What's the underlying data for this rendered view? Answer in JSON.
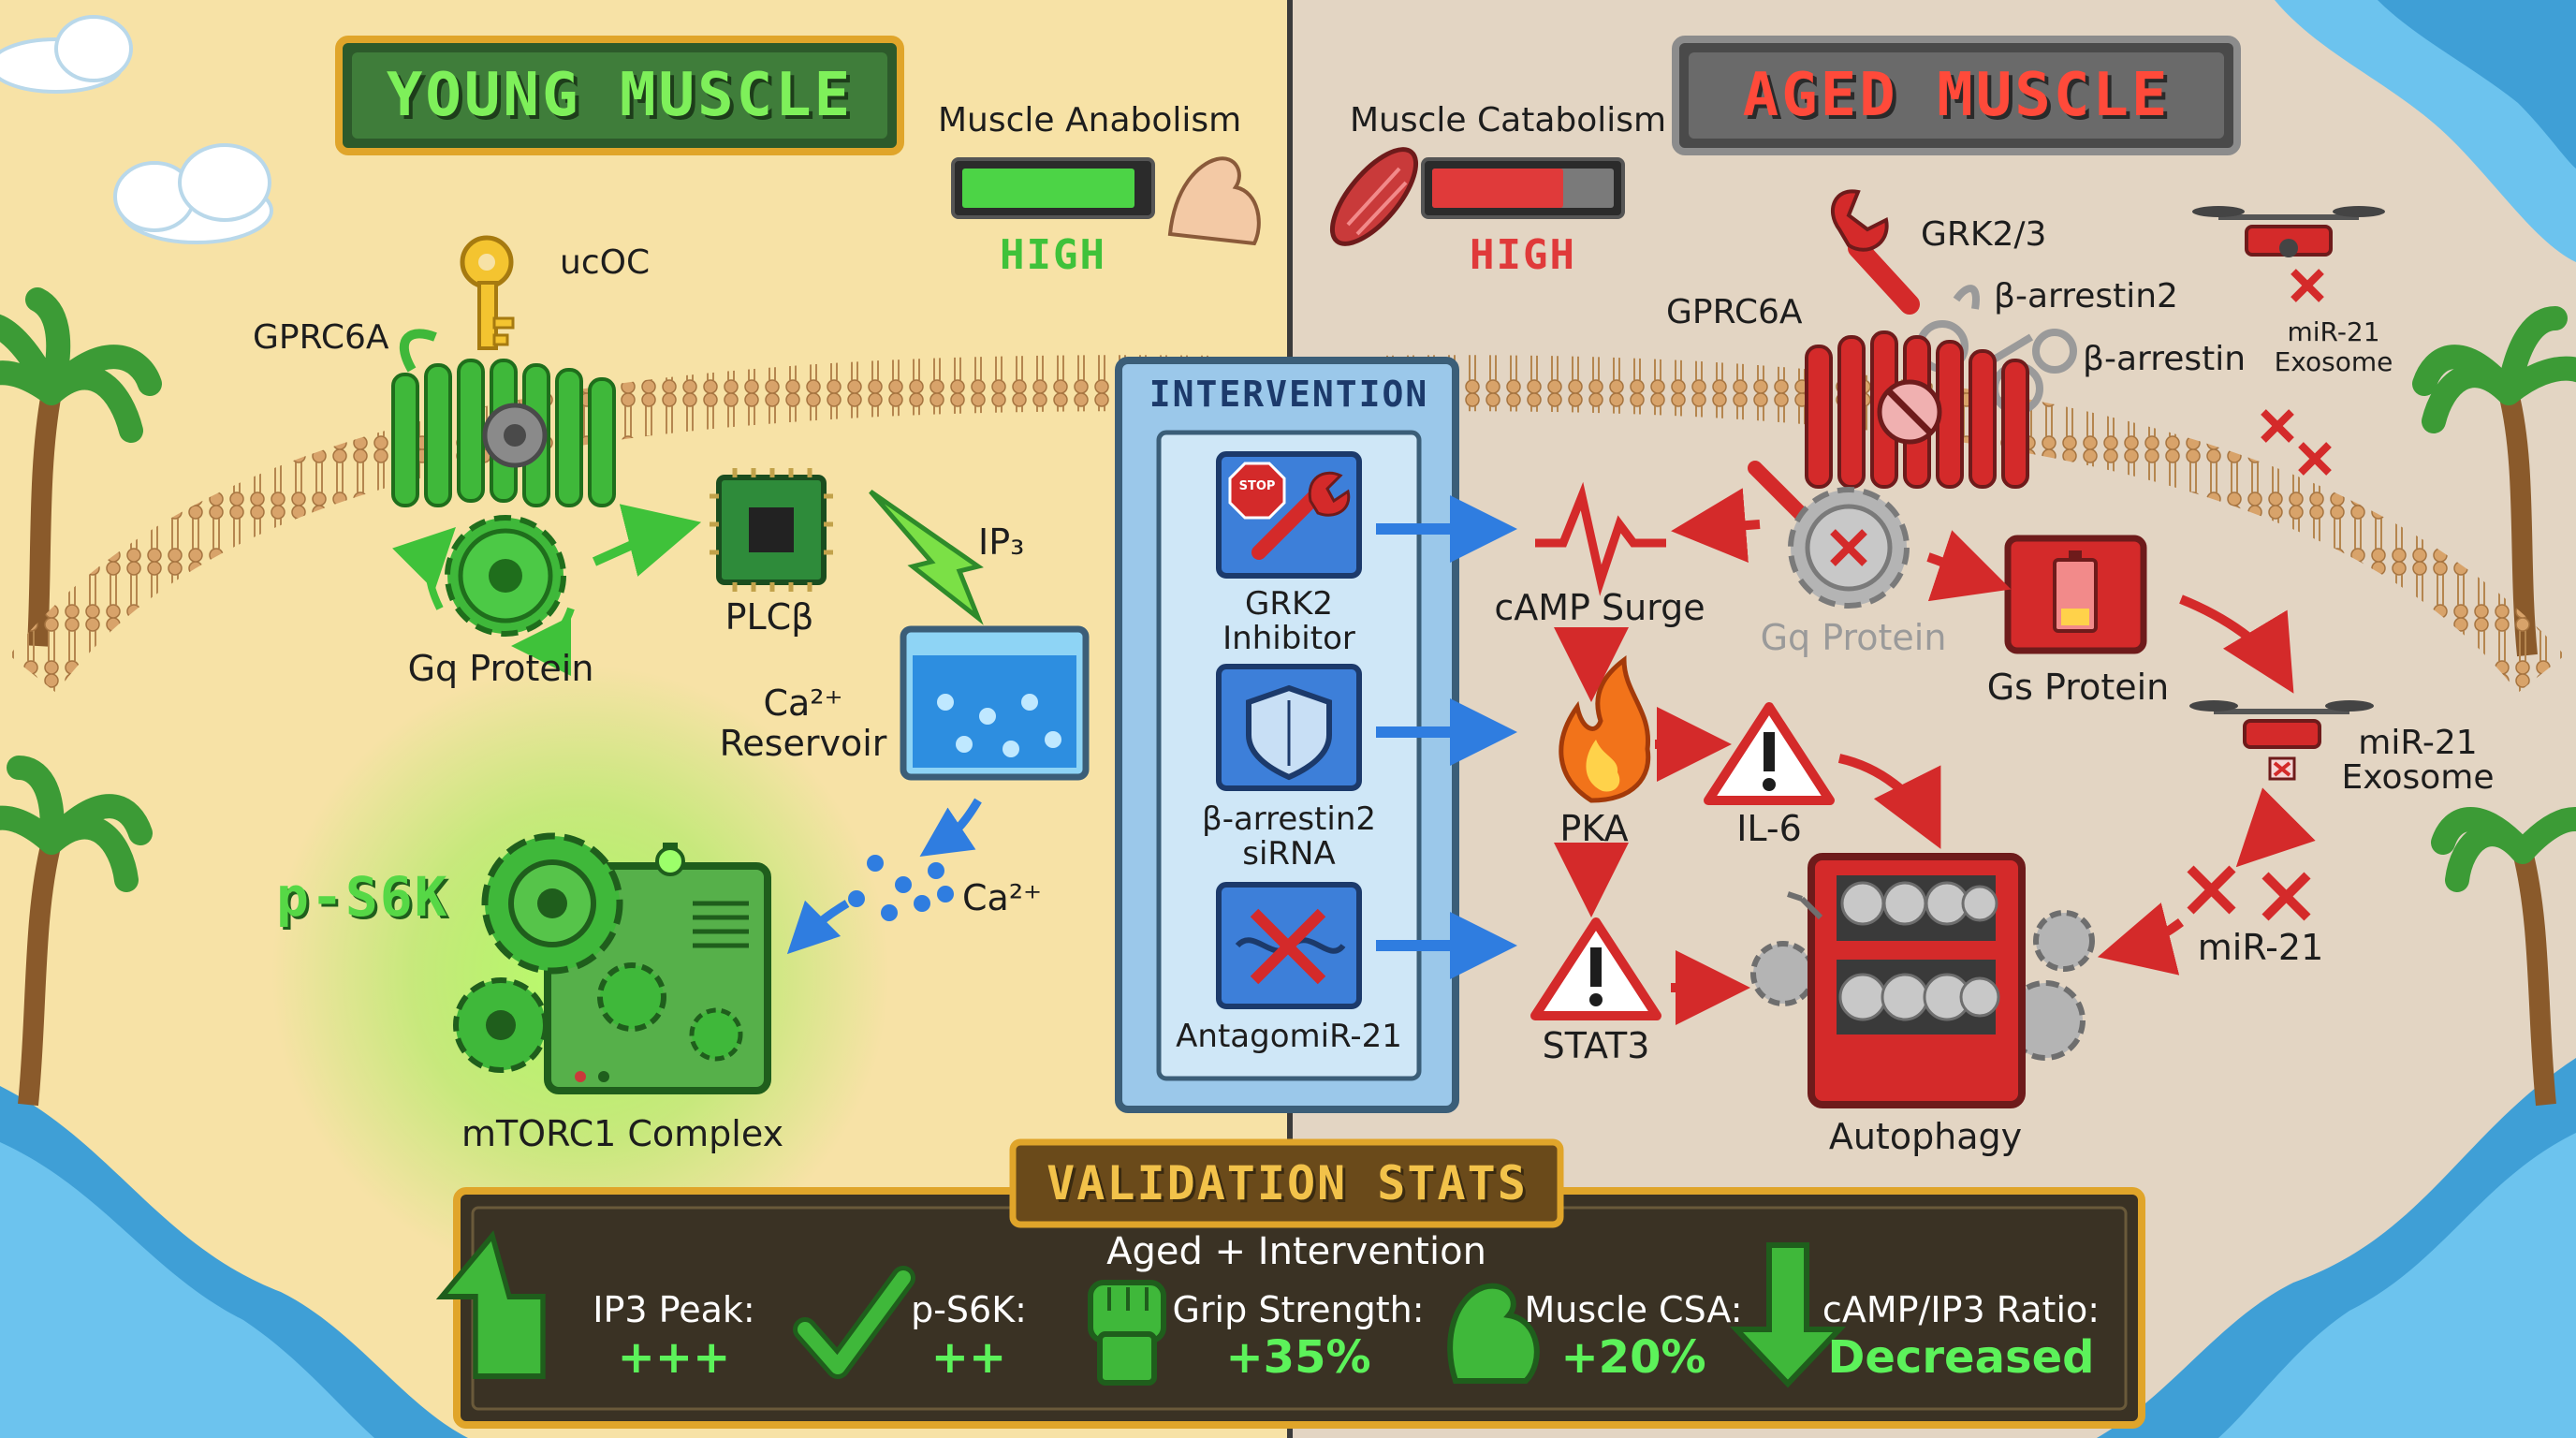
{
  "young": {
    "title": "YOUNG MUSCLE",
    "meter_label": "Muscle Anabolism",
    "meter_value": "HIGH",
    "meter_fill": 0.95,
    "receptor": "GPRC6A",
    "ligand": "ucOC",
    "gq": "Gq Protein",
    "plc": "PLCβ",
    "ip3": "IP₃",
    "reservoir_line1": "Ca²⁺",
    "reservoir_line2": "Reservoir",
    "calcium": "Ca²⁺",
    "ps6k": "p-S6K",
    "mtorc": "mTORC1 Complex"
  },
  "aged": {
    "title": "AGED MUSCLE",
    "meter_label": "Muscle Catabolism",
    "meter_value": "HIGH",
    "meter_fill": 0.72,
    "receptor": "GPRC6A",
    "grk": "GRK2/3",
    "barr2": "β-arrestin2",
    "barr": "β-arrestin",
    "exosome_top_line1": "miR-21",
    "exosome_top_line2": "Exosome",
    "camp": "cAMP Surge",
    "gq": "Gq Protein",
    "gs": "Gs Protein",
    "exosome_line1": "miR-21",
    "exosome_line2": "Exosome",
    "pka": "PKA",
    "il6": "IL-6",
    "stat3": "STAT3",
    "mir21": "miR-21",
    "autophagy": "Autophagy"
  },
  "intervention": {
    "title": "INTERVENTION",
    "items": [
      {
        "line1": "GRK2",
        "line2": "Inhibitor",
        "icon": "wrench-stop-icon"
      },
      {
        "line1": "β-arrestin2",
        "line2": "siRNA",
        "icon": "shield-icon"
      },
      {
        "line1": "AntagomiR-21",
        "line2": "",
        "icon": "blocked-rna-icon"
      }
    ],
    "stop_sign": "STOP"
  },
  "stats": {
    "title": "VALIDATION STATS",
    "subtitle": "Aged + Intervention",
    "items": [
      {
        "label": "IP3 Peak:",
        "value": "+++",
        "icon": "up-arrow-icon"
      },
      {
        "label": "p-S6K:",
        "value": "++",
        "icon": "check-icon"
      },
      {
        "label": "Grip Strength:",
        "value": "+35%",
        "icon": "fist-icon"
      },
      {
        "label": "Muscle CSA:",
        "value": "+20%",
        "icon": "flexed-arm-icon"
      },
      {
        "label": "cAMP/IP3 Ratio:",
        "value": "Decreased",
        "icon": "down-arrow-icon"
      }
    ]
  },
  "colors": {
    "young_bg": "#f7e2a6",
    "aged_bg": "#e3d5c3",
    "green": "#3fb83a",
    "red": "#d42a2a",
    "blue_arrow": "#2f7de0",
    "stats_bg": "#3a3224",
    "gold": "#e0a52a"
  }
}
